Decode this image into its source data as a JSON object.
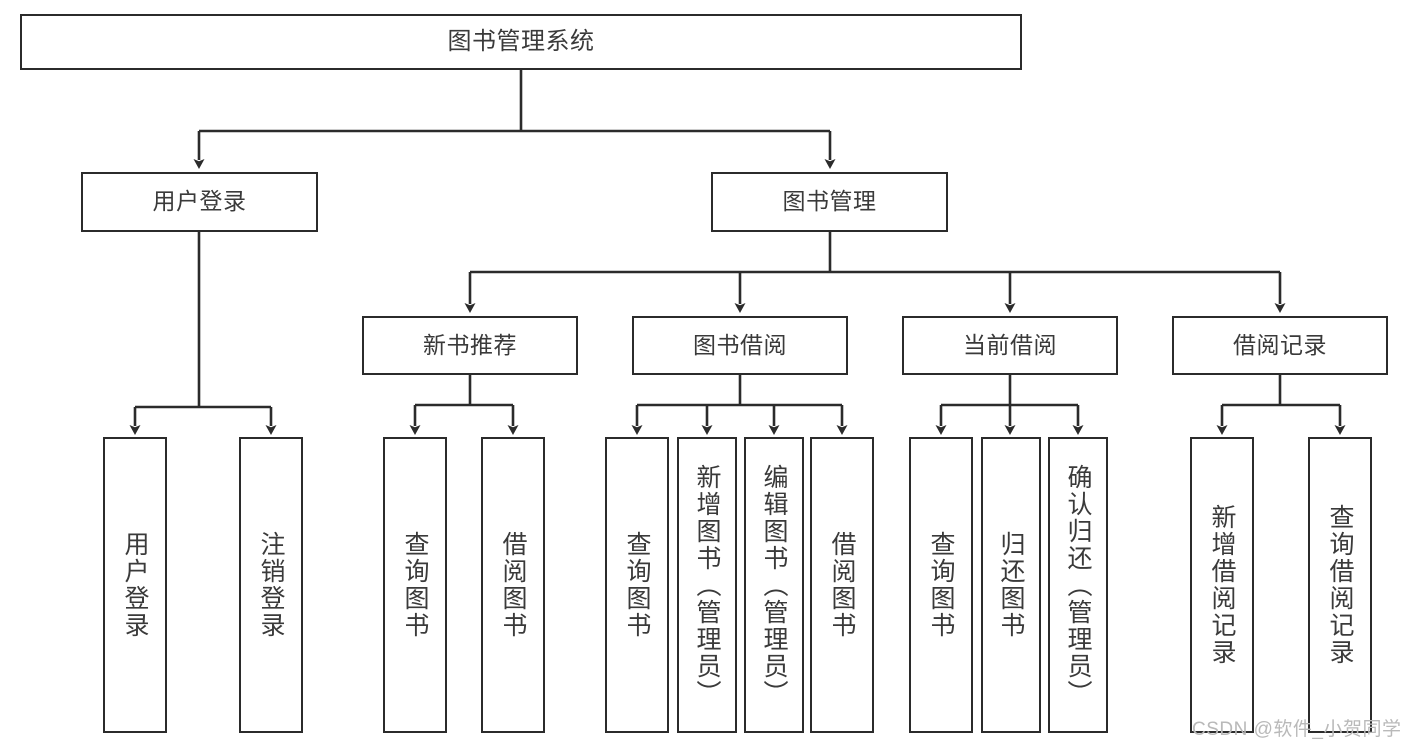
{
  "diagram": {
    "title": "图书管理系统",
    "type": "tree",
    "colors": {
      "border": "#2b2b2b",
      "text": "#3a3a3a",
      "background": "#ffffff",
      "connector": "#2b2b2b",
      "watermark": "#b9b9b9"
    },
    "root": {
      "label": "图书管理系统"
    },
    "level2": [
      {
        "label": "用户登录"
      },
      {
        "label": "图书管理"
      }
    ],
    "level3": [
      {
        "label": "新书推荐"
      },
      {
        "label": "图书借阅"
      },
      {
        "label": "当前借阅"
      },
      {
        "label": "借阅记录"
      }
    ],
    "leaves": {
      "user_login": [
        {
          "label": "用户登录"
        },
        {
          "label": "注销登录"
        }
      ],
      "new_books": [
        {
          "label": "查询图书"
        },
        {
          "label": "借阅图书"
        }
      ],
      "book_borrow": [
        {
          "label": "查询图书"
        },
        {
          "label": "新增图书（管理员）"
        },
        {
          "label": "编辑图书（管理员）"
        },
        {
          "label": "借阅图书"
        }
      ],
      "current_borrow": [
        {
          "label": "查询图书"
        },
        {
          "label": "归还图书"
        },
        {
          "label": "确认归还（管理员）"
        }
      ],
      "borrow_records": [
        {
          "label": "新增借阅记录"
        },
        {
          "label": "查询借阅记录"
        }
      ]
    }
  },
  "watermark": {
    "text": "CSDN @软件_小贺同学"
  }
}
